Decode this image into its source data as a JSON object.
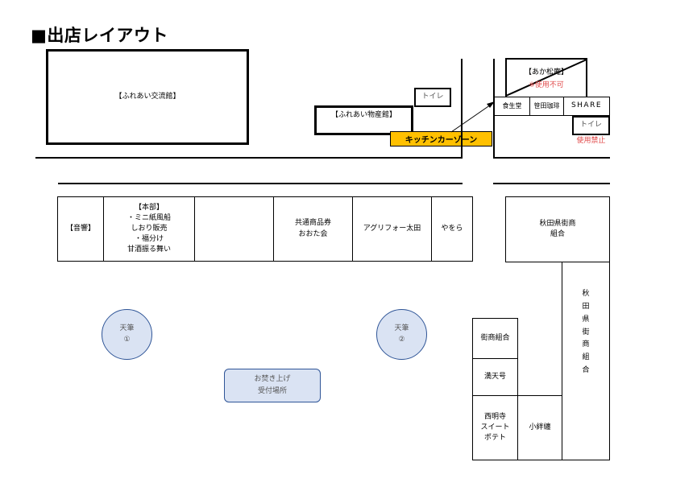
{
  "title": "■出店レイアウト",
  "buildings": {
    "fureai_center": "【ふれあい交流館】",
    "fureai_bussan": "【ふれあい物産館】",
    "toilet_left": "トイレ",
    "akamatsu": "【あか松庵】",
    "akamatsu_note": "※使用不可",
    "toilet_right": "トイレ",
    "toilet_right_note": "使用禁止"
  },
  "kitchen_zone": "キッチンカーゾーン",
  "right_top_row": [
    "食生堂",
    "笹田珈琲",
    "SHARE"
  ],
  "top_booths": {
    "onkyo": "【音響】",
    "honbu_lines": [
      "【本部】",
      "・ミニ紙風船",
      "しおり販売",
      "・福分け",
      "甘酒振る舞い"
    ],
    "empty": "",
    "kyotsu_lines": [
      "共通商品券",
      "おおた会"
    ],
    "agrifore": "アグリフォー太田",
    "yawora": "やをら"
  },
  "akita_top": [
    "秋田県街商",
    "組合"
  ],
  "akita_vertical": [
    "秋",
    "田",
    "県",
    "街",
    "商",
    "組",
    "合"
  ],
  "right_column": {
    "gaisho": "街商組合",
    "mantengo": "満天号",
    "saimyoji": [
      "西明寺",
      "スイート",
      "ポテト"
    ],
    "kogiri": "小絆纏"
  },
  "circles": [
    {
      "lines": [
        "天筆",
        "①"
      ]
    },
    {
      "lines": [
        "天筆",
        "②"
      ]
    }
  ],
  "otakiage": [
    "お焚き上げ",
    "受付場所"
  ],
  "colors": {
    "kitchen": "#ffc000",
    "circle_fill": "#dae3f3",
    "circle_border": "#2f5597",
    "warning": "#e04848"
  }
}
